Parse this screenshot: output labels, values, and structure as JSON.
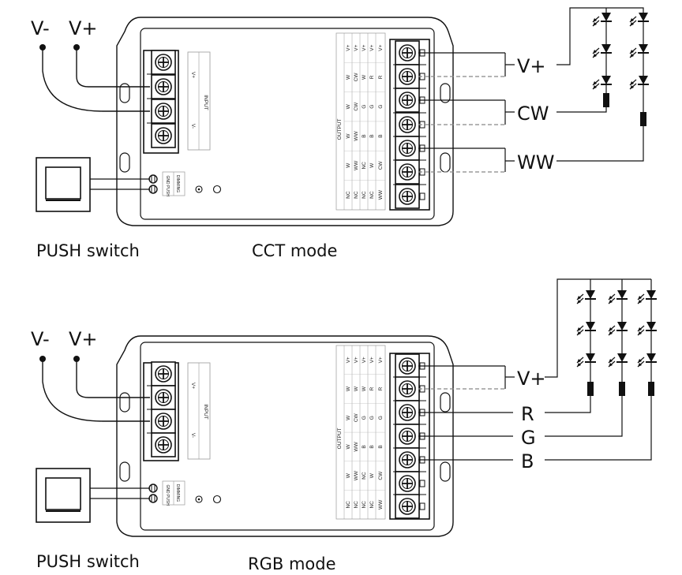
{
  "diagrams": [
    {
      "mode_label": "CCT mode",
      "switch_label": "PUSH  switch",
      "supply_labels": [
        "V-",
        "V+"
      ],
      "input_header": "INPUT",
      "input_pins": [
        "V+",
        "V-"
      ],
      "switch_terms": [
        "GND",
        "PUSH"
      ],
      "dimming_label": "DIMMING",
      "output_header": "OUTPUT",
      "output_table": [
        [
          "V+",
          "V+",
          "V+",
          "V+",
          "V+"
        ],
        [
          "W",
          "CW",
          "W",
          "R",
          "R"
        ],
        [
          "W",
          "CW",
          "G",
          "G",
          "G"
        ],
        [
          "W",
          "WW",
          "B",
          "B",
          "B"
        ],
        [
          "W",
          "WW",
          "NC",
          "W",
          "CW"
        ],
        [
          "NC",
          "NC",
          "NC",
          "NC",
          "WW"
        ]
      ],
      "wire_labels": [
        "V+",
        "CW",
        "WW"
      ]
    },
    {
      "mode_label": "RGB mode",
      "switch_label": "PUSH  switch",
      "supply_labels": [
        "V-",
        "V+"
      ],
      "input_header": "INPUT",
      "input_pins": [
        "V+",
        "V-"
      ],
      "switch_terms": [
        "GND",
        "PUSH"
      ],
      "dimming_label": "DIMMING",
      "output_header": "OUTPUT",
      "output_table": [
        [
          "V+",
          "V+",
          "V+",
          "V+",
          "V+"
        ],
        [
          "W",
          "W",
          "W",
          "R",
          "R"
        ],
        [
          "W",
          "CW",
          "G",
          "G",
          "G"
        ],
        [
          "W",
          "WW",
          "B",
          "B",
          "B"
        ],
        [
          "W",
          "WW",
          "NC",
          "W",
          "CW"
        ],
        [
          "NC",
          "NC",
          "NC",
          "NC",
          "WW"
        ]
      ],
      "wire_labels": [
        "V+",
        "R",
        "G",
        "B"
      ]
    }
  ]
}
